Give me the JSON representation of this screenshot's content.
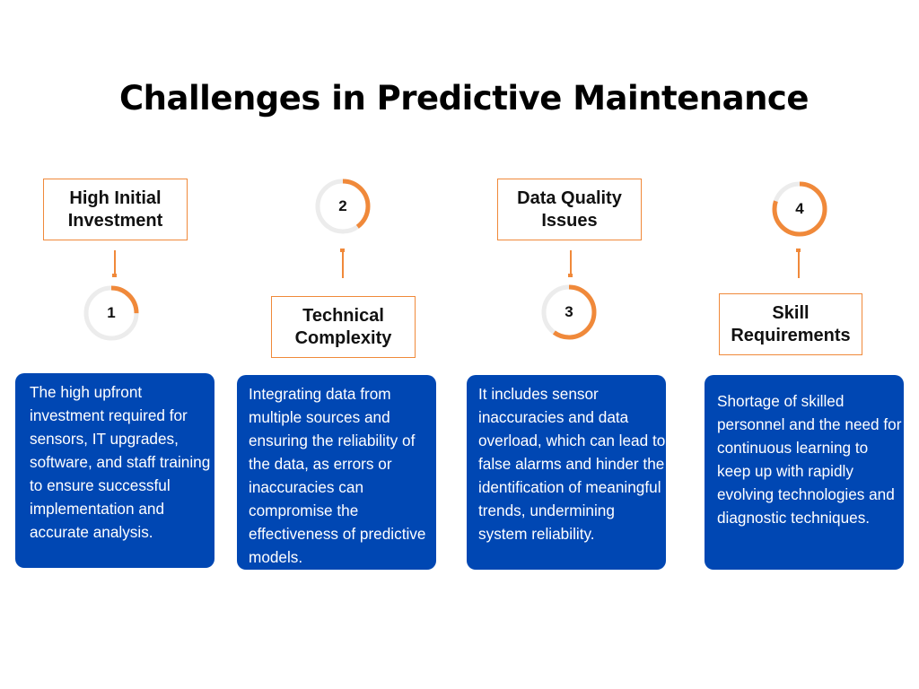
{
  "title": "Challenges in Predictive Maintenance",
  "colors": {
    "accent": "#f0893a",
    "card": "#0047b3",
    "ring_track": "#ececec"
  },
  "items": [
    {
      "number": "1",
      "label": "High Initial Investment",
      "progress": 0.25,
      "description": "The high upfront investment required for sensors, IT upgrades, software, and staff training to ensure successful implementation and accurate analysis."
    },
    {
      "number": "2",
      "label": "Technical Complexity",
      "progress": 0.4,
      "description": "Integrating data from multiple sources and ensuring the reliability of the data, as errors or inaccuracies can compromise the effectiveness of predictive models."
    },
    {
      "number": "3",
      "label": "Data Quality Issues",
      "progress": 0.6,
      "description": "It includes sensor inaccuracies and data overload, which can lead to false alarms and hinder the identification of meaningful trends, undermining system reliability."
    },
    {
      "number": "4",
      "label": "Skill Requirements",
      "progress": 0.8,
      "description": "Shortage of skilled personnel and the need for continuous learning to keep up with rapidly evolving technologies and diagnostic techniques."
    }
  ]
}
